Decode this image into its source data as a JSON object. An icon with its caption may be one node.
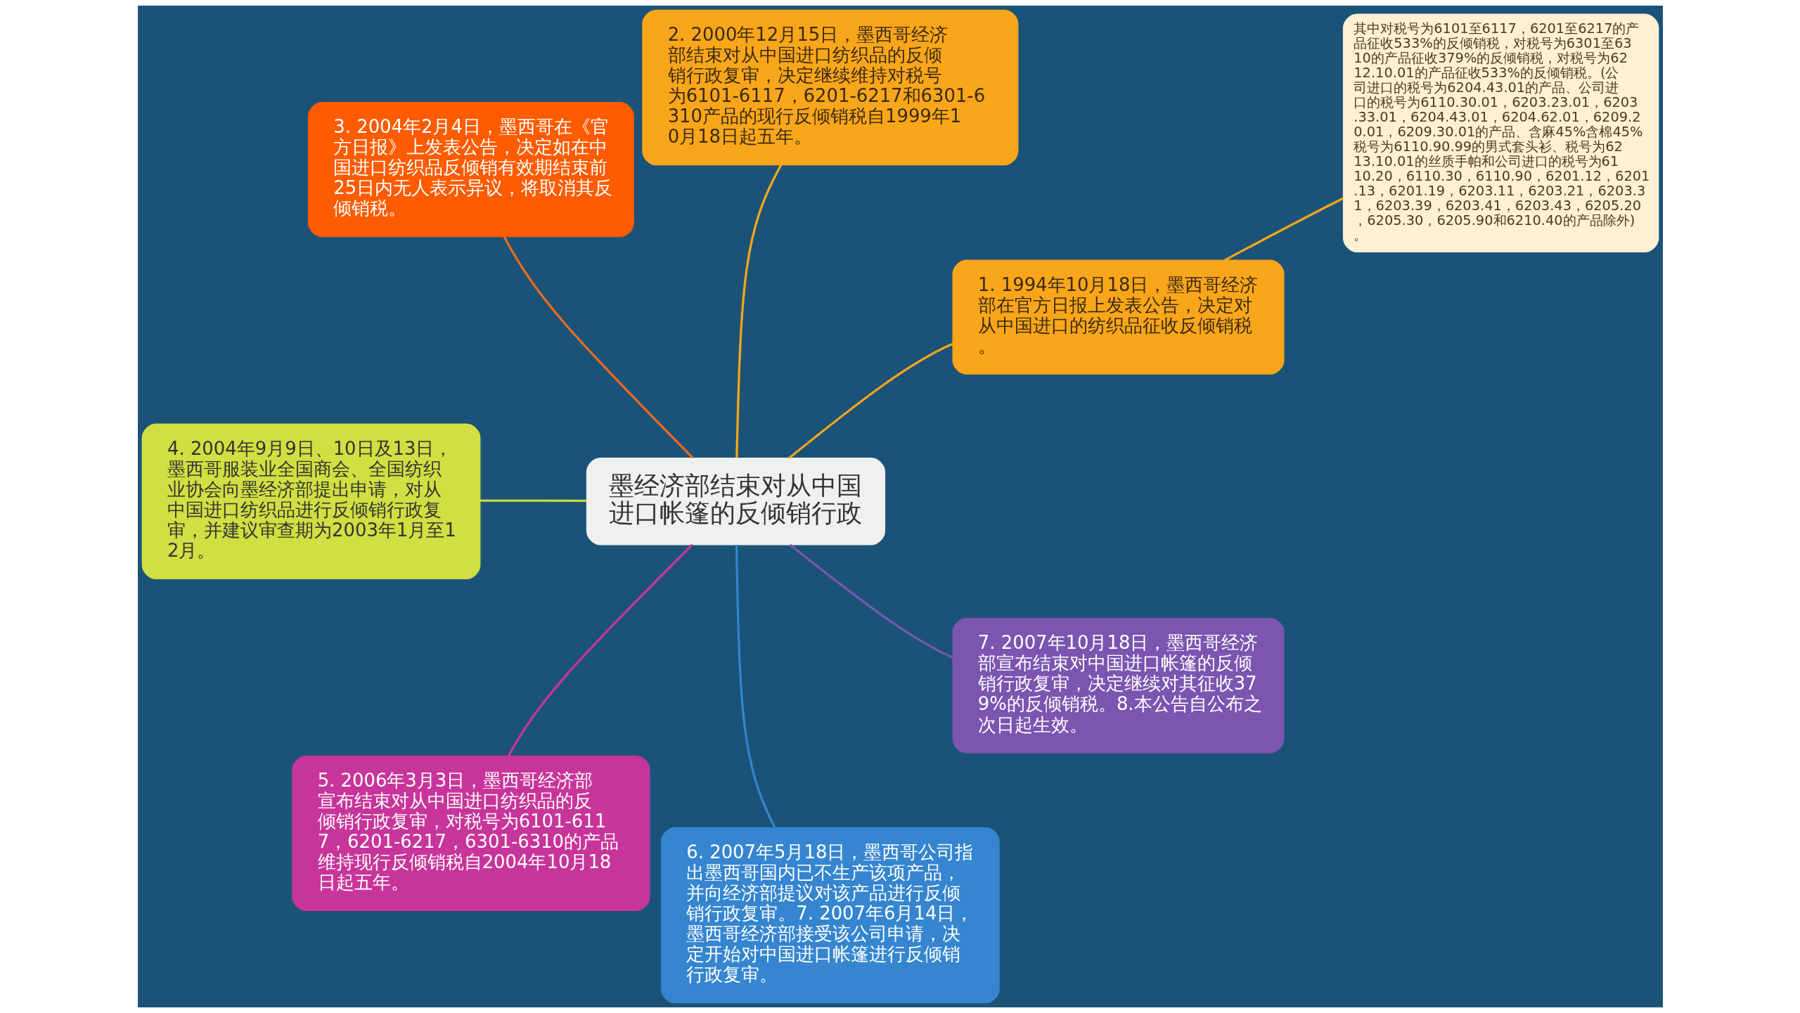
{
  "diagram": {
    "nodes": [
      {
        "text": [
          "墨经济部结束对从中国进口帐篷的反倾销行政"
        ]
      },
      {
        "text": [
          "1. 1994年10月18日，墨西哥经济部在官方日报上发表公告，决定对从中国进口的纺织品征收反倾销税。"
        ]
      },
      {
        "text": [
          "其中对税号为6101至6117，6201至6217的产品征收533%的反倾销税，对税号为6301至6310的产品征收379%的反倾销税，对税号为6212.10.01的产品征收533%的反倾销税。(公司进口的税号为6204.43.01的产品、公司进口的税号为6110.30.01，6203.23.01，6203.33.01，6204.43.01，6204.62.01，6209.20.01，6209.30.01的产品、含麻45%含棉45%税号为6110.90.99的男式套头衫、税号为6213.10.01的丝质手帕和公司进口的税号为6110.20，6110.30，6110.90，6201.12，6201.13，6201.19，6203.11，6203.21，6203.31，6203.39，6203.41，6203.43，6205.20，6205.30，6205.90和6210.40的产品除外)。"
        ]
      },
      {
        "text": [
          "2. 2000年12月15日，墨西哥经济部结束对从中国进口纺织品的反倾销行政复审，决定继续维持对税号为6101-6117，6201-6217和6301-6310产品的现行反倾销税自1999年10月18日起五年。"
        ]
      },
      {
        "text": [
          "3. 2004年2月4日，墨西哥在《官方日报》上发表公告，决定如在中国进口纺织品反倾销有效期结束前25日内无人表示异议，将取消其反倾销税。"
        ]
      },
      {
        "text": [
          "4. 2004年9月9日、10日及13日，墨西哥服装业全国商会、全国纺织业协会向墨经济部提出申请，对从中国进口纺织品进行反倾销行政复审，并建议审查期为2003年1月至12月。"
        ]
      },
      {
        "text": [
          "5. 2006年3月3日，墨西哥经济部宣布结束对从中国进口纺织品的反倾销行政复审，对税号为6101-6117，6201-6217，6301-6310的产品维持现行反倾销税自2004年10月18日起五年。"
        ]
      },
      {
        "text": [
          "6. 2007年5月18日，墨西哥公司指出墨西哥国内已不生产该项产品，并向经济部提议对该产品进行反倾销行政复审。7. 2007年6月14日，墨西哥经济部接受该公司申请，决定开始对中国进口帐篷进行反倾销行政复审。"
        ]
      },
      {
        "text": [
          "7. 2007年10月18日，墨西哥经济部宣布结束对中国进口帐篷的反倾销行政复审，决定继续对其征收379%的反倾销税。8.本公告自公布之次日起生效。"
        ]
      }
    ],
    "edges": [
      {
        "from": 0,
        "to": 1,
        "arrow": "none",
        "color": "#f9a61a"
      },
      {
        "from": 1,
        "to": 2,
        "arrow": "none",
        "color": "#f9a61a"
      },
      {
        "from": 0,
        "to": 3,
        "arrow": "none",
        "color": "#f9a61a"
      },
      {
        "from": 0,
        "to": 4,
        "arrow": "none",
        "color": "#f06a1e"
      },
      {
        "from": 0,
        "to": 5,
        "arrow": "none",
        "color": "#cddc39"
      },
      {
        "from": 0,
        "to": 6,
        "arrow": "none",
        "color": "#c8359a"
      },
      {
        "from": 0,
        "to": 7,
        "arrow": "none",
        "color": "#3585d0"
      },
      {
        "from": 0,
        "to": 8,
        "arrow": "none",
        "color": "#7b55b0"
      }
    ]
  }
}
